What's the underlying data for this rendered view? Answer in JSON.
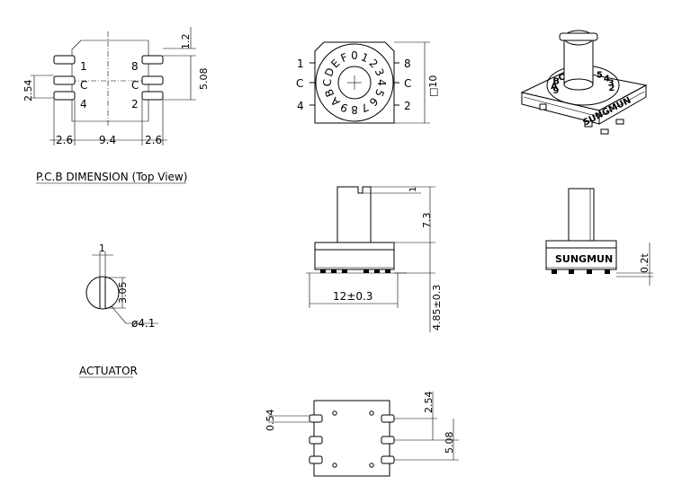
{
  "titles": {
    "pcb": "P.C.B DIMENSION (Top View)",
    "actuator": "ACTUATOR"
  },
  "pcb_view": {
    "pin_labels": [
      "1",
      "8",
      "C",
      "C",
      "4",
      "2"
    ],
    "dim_pitch": "2.54",
    "dim_row": "5.08",
    "dim_pad": "1.2",
    "dim_left": "2.6",
    "dim_mid": "9.4",
    "dim_right": "2.6"
  },
  "top_view": {
    "pin_labels": [
      "1",
      "C",
      "4",
      "8",
      "C",
      "2"
    ],
    "dial_digits": [
      "0",
      "1",
      "2",
      "3",
      "4",
      "5",
      "6",
      "7",
      "8",
      "9",
      "A",
      "B",
      "C",
      "D",
      "E",
      "F"
    ],
    "dim_size": "□10"
  },
  "front_view": {
    "dim_slot": "1",
    "dim_shaft": "7.3",
    "dim_width": "12±0.3",
    "dim_body": "4.85±0.3"
  },
  "side_view": {
    "brand": "SUNGMUN",
    "dim_standoff": "0.2t"
  },
  "iso_view": {
    "brand": "SUNGMUN",
    "dial_digits": [
      "9",
      "A",
      "B",
      "C",
      "8",
      "7",
      "6",
      "5",
      "4",
      "3",
      "2"
    ]
  },
  "actuator_view": {
    "dim_slot": "1",
    "dim_flat": "3.05",
    "dim_diameter": "ø4.1"
  },
  "bottom_view": {
    "dim_left": "0.54",
    "dim_pitch": "2.54",
    "dim_row": "5.08"
  }
}
